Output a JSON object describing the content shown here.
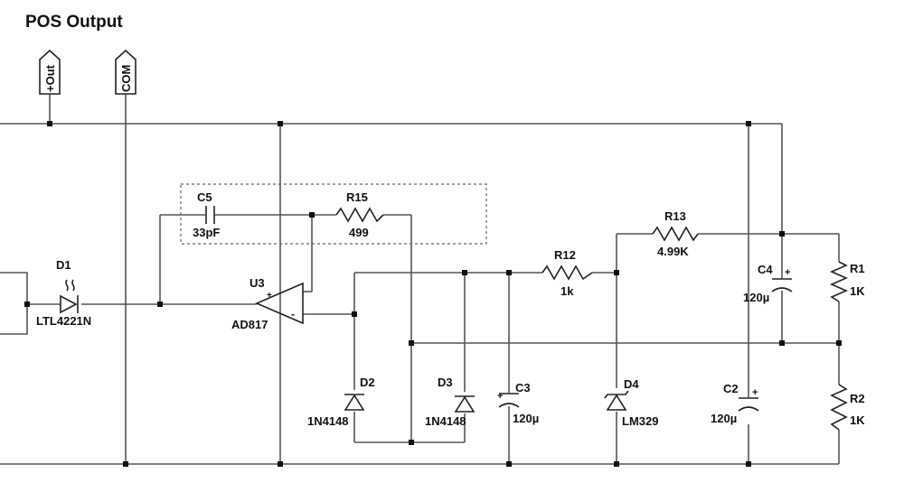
{
  "title": "POS Output",
  "ports": {
    "out": "+Out",
    "com": "COM"
  },
  "components": {
    "d1": {
      "ref": "D1",
      "value": "LTL4221N"
    },
    "c5": {
      "ref": "C5",
      "value": "33pF"
    },
    "r15": {
      "ref": "R15",
      "value": "499"
    },
    "u3": {
      "ref": "U3",
      "value": "AD817"
    },
    "d2": {
      "ref": "D2",
      "value": "1N4148"
    },
    "d3": {
      "ref": "D3",
      "value": "1N4148"
    },
    "c3": {
      "ref": "C3",
      "value": "120µ"
    },
    "r12": {
      "ref": "R12",
      "value": "1k"
    },
    "r13": {
      "ref": "R13",
      "value": "4.99K"
    },
    "d4": {
      "ref": "D4",
      "value": "LM329"
    },
    "c4": {
      "ref": "C4",
      "value": "120µ"
    },
    "c2": {
      "ref": "C2",
      "value": "120µ"
    },
    "r1": {
      "ref": "R1",
      "value": "1K"
    },
    "r2": {
      "ref": "R2",
      "value": "1K"
    }
  },
  "opamp_pins": {
    "plus": "+",
    "minus": "-"
  },
  "cap_polarity": "+"
}
